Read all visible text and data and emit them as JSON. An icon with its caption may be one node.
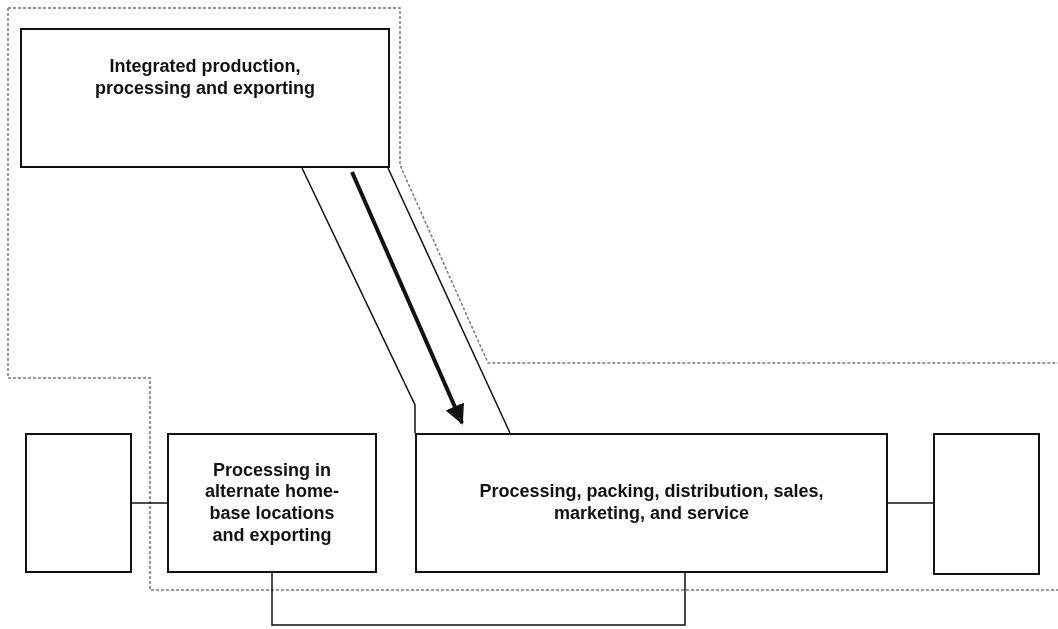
{
  "diagram": {
    "nodes": [
      {
        "text": [
          "Integrated production, processing and exporting"
        ]
      },
      {
        "text": [],
        "shape": "box"
      },
      {
        "text": [
          "Processing in alternate home-base locations and exporting"
        ]
      },
      {
        "text": [
          "Processing, packing, distribution, sales, marketing, and service"
        ]
      },
      {
        "text": [],
        "shape": "box"
      }
    ],
    "edges": [
      {
        "from": 0,
        "to": 3,
        "arrow": "to",
        "style": "thick"
      },
      {
        "from": 1,
        "to": 2,
        "arrow": "none"
      },
      {
        "from": 3,
        "to": 4,
        "arrow": "none"
      },
      {
        "from": 2,
        "to": 3,
        "arrow": "none"
      }
    ]
  }
}
